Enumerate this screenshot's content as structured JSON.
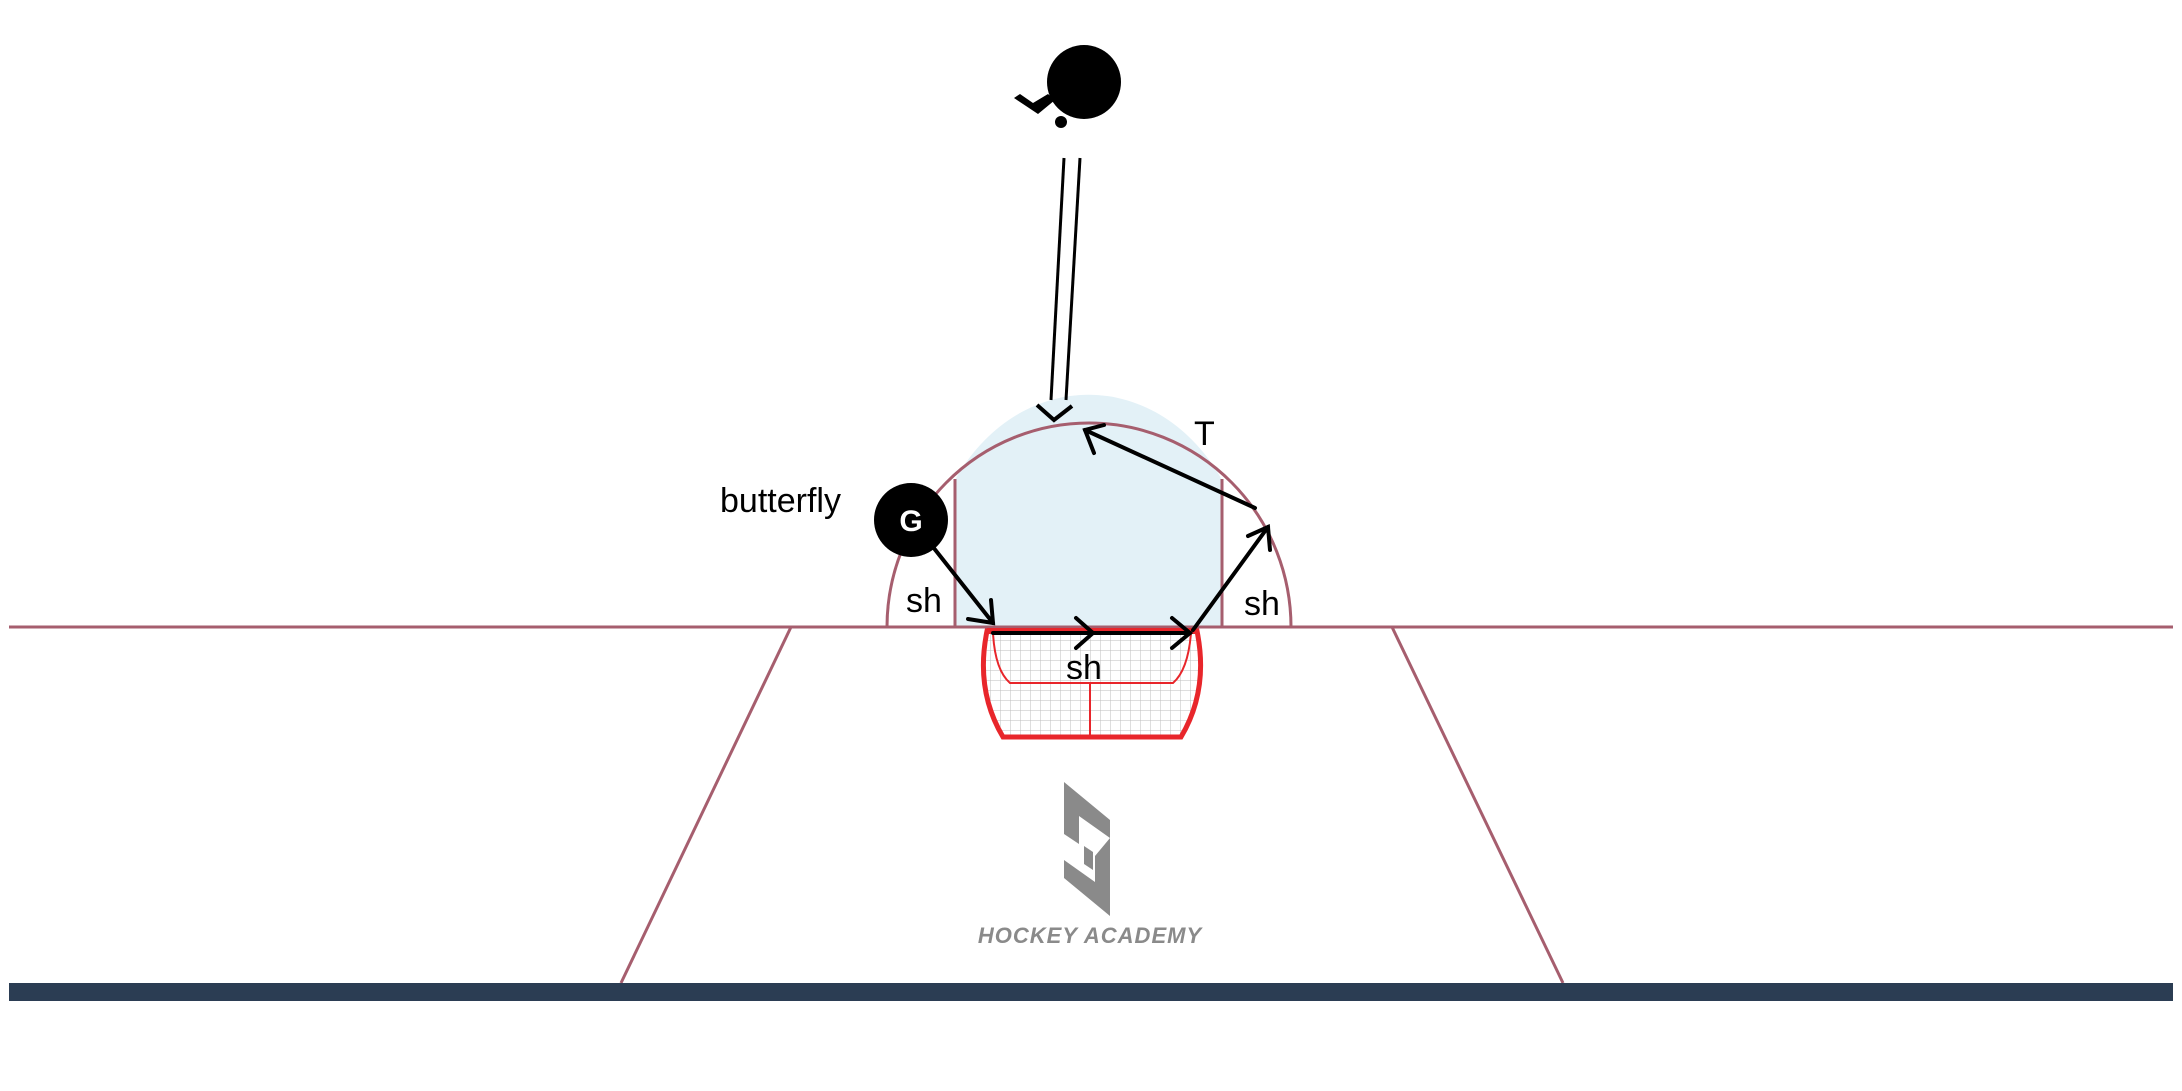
{
  "labels": {
    "butterfly": "butterfly",
    "goalie": "G",
    "sh_left": "sh",
    "sh_center": "sh",
    "sh_right": "sh",
    "t": "T"
  },
  "logo": {
    "text": "HOCKEY ACADEMY"
  },
  "colors": {
    "rink_line": "#a65e6e",
    "crease_fill": "#e3f1f7",
    "net": "#e8262b",
    "boards": "#2b3d53",
    "logo": "#8a8a8a",
    "arrow": "#000000"
  },
  "icons": {
    "player": "player-with-stick-icon",
    "goalie": "goalie-icon",
    "logo": "hockey-academy-logo-icon"
  }
}
